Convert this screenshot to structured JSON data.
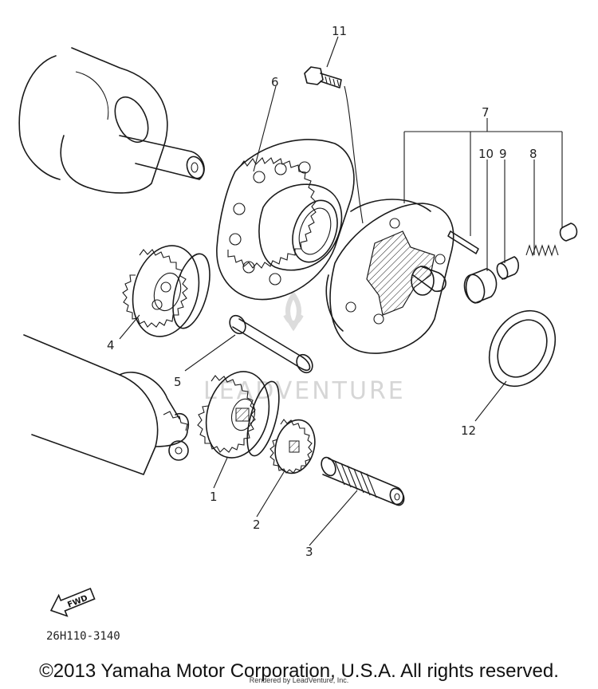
{
  "diagram": {
    "watermark": "LEADVENTURE",
    "callouts": [
      "1",
      "2",
      "3",
      "4",
      "5",
      "6",
      "7",
      "8",
      "9",
      "10",
      "11",
      "12"
    ],
    "direction_label": "FWD",
    "catalog_number": "26H110-3140"
  },
  "footer": {
    "copyright": "©2013 Yamaha Motor Corporation, U.S.A. All rights reserved.",
    "rendered_by": "Rendered by LeadVenture, Inc."
  }
}
